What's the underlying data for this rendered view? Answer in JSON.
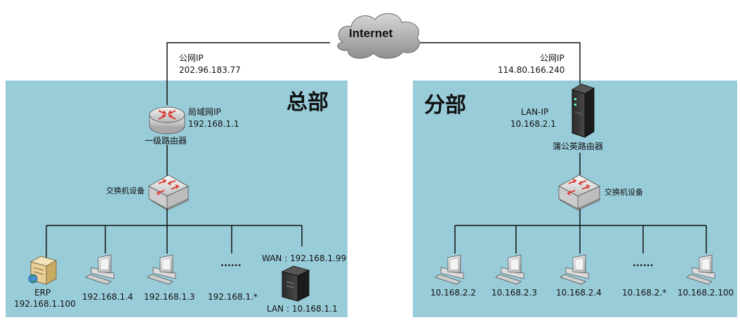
{
  "internet": {
    "label": "Internet"
  },
  "hq": {
    "title": "总部",
    "public_ip_label": "公网IP",
    "public_ip": "202.96.183.77",
    "router_lan_label": "局域网IP",
    "router_lan_ip": "192.168.1.1",
    "router_name": "一级路由器",
    "switch_name": "交换机设备",
    "erp_label": "ERP",
    "erp_ip": "192.168.1.100",
    "hosts": [
      "192.168.1.4",
      "192.168.1.3",
      "192.168.1.*"
    ],
    "dots": "......",
    "dandelion_wan": "WAN : 192.168.1.99",
    "dandelion_lan": "LAN : 10.168.1.1"
  },
  "branch": {
    "title": "分部",
    "public_ip_label": "公网IP",
    "public_ip": "114.80.166.240",
    "lan_label": "LAN-IP",
    "lan_ip": "10.168.2.1",
    "router_name": "蒲公英路由器",
    "switch_name": "交换机设备",
    "hosts": [
      "10.168.2.2",
      "10.168.2.3",
      "10.168.2.4",
      "10.168.2.*",
      "10.168.2.100"
    ],
    "dots": "......"
  }
}
